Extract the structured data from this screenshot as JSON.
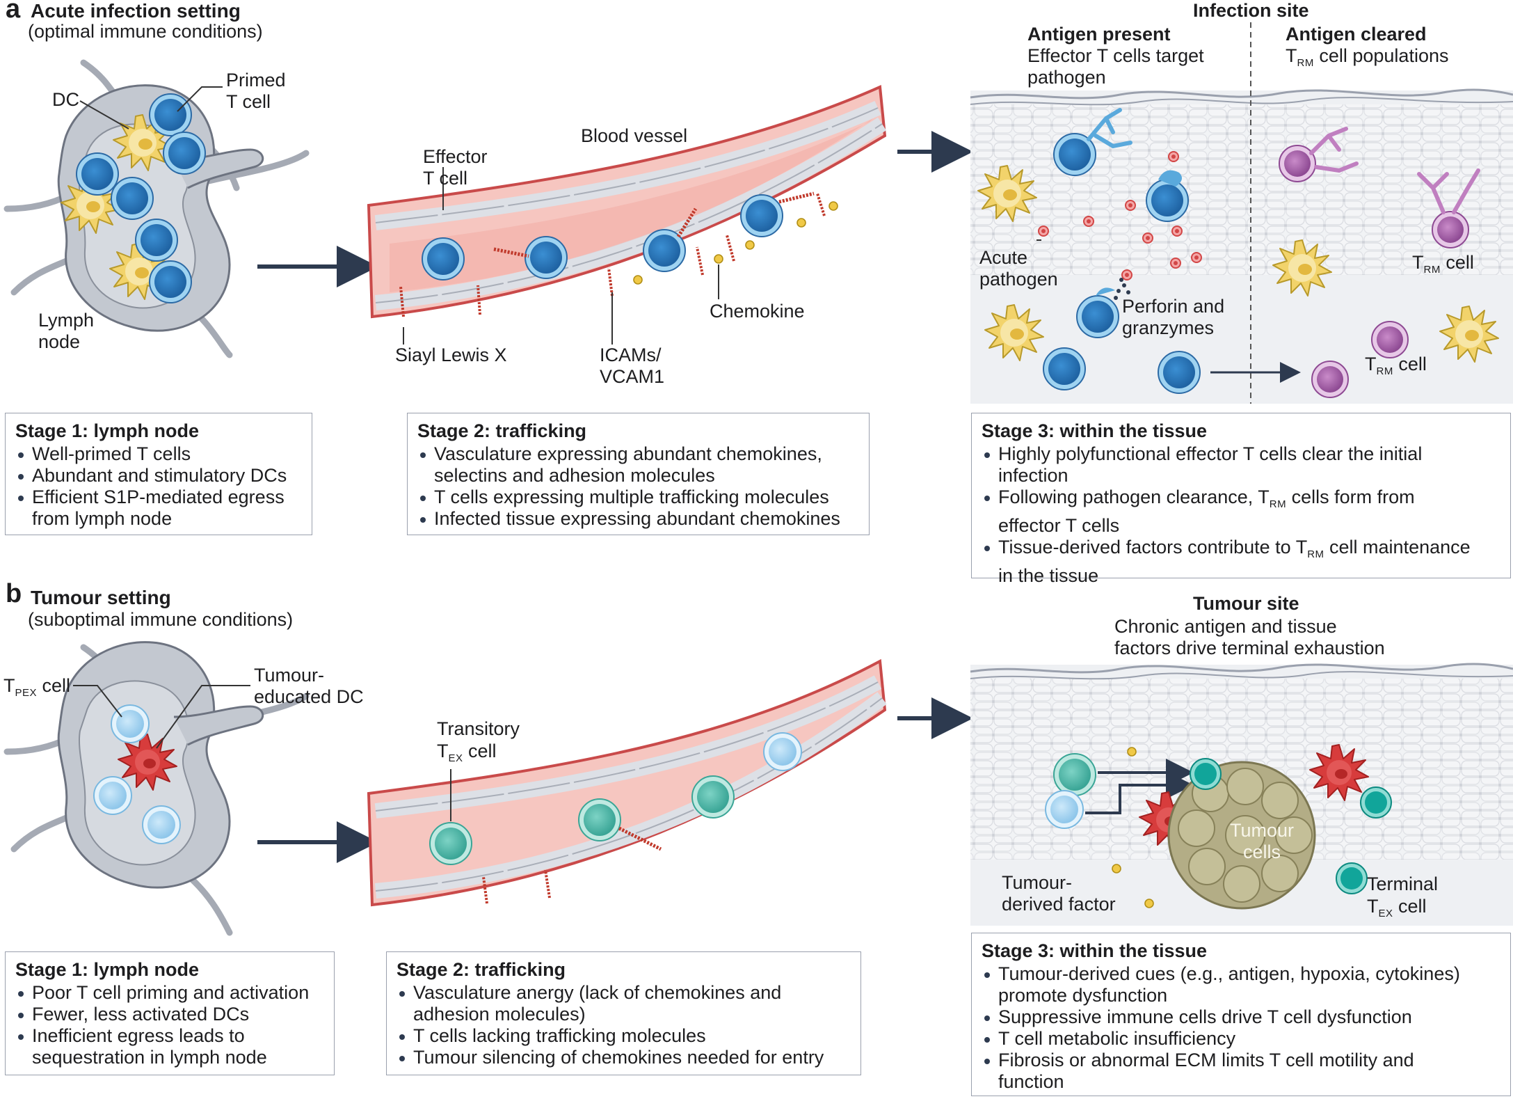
{
  "panel_a": {
    "letter": "a",
    "title": "Acute infection setting",
    "subtitle": "(optimal immune conditions)",
    "labels": {
      "dc": "DC",
      "primed_t_cell": "Primed\nT cell",
      "lymph_node": "Lymph\nnode",
      "blood_vessel": "Blood vessel",
      "effector_t_cell": "Effector\nT cell",
      "siayl_lewis_x": "Siayl Lewis X",
      "icams_vcam1": "ICAMs/\nVCAM1",
      "chemokine": "Chemokine",
      "infection_site": "Infection site",
      "antigen_present": "Antigen present",
      "antigen_present_desc": "Effector T cells target\npathogen",
      "antigen_cleared": "Antigen cleared",
      "trm_cell_populations": "cell populations",
      "acute_pathogen": "Acute\npathogen",
      "perforin_granzymes": "Perforin and\ngranzymes",
      "t": "T",
      "rm": "RM",
      "cell": "cell"
    },
    "stage1": {
      "title": "Stage 1: lymph node",
      "items": [
        "Well-primed T cells",
        "Abundant and stimulatory DCs",
        "Efficient S1P-mediated egress\nfrom lymph node"
      ]
    },
    "stage2": {
      "title": "Stage 2: trafficking",
      "items": [
        "Vasculature expressing abundant chemokines,\nselectins and adhesion molecules",
        "T cells expressing multiple trafficking molecules",
        "Infected tissue expressing abundant chemokines"
      ]
    },
    "stage3": {
      "title": "Stage 3: within the tissue",
      "item1": "Highly polyfunctional effector T cells clear the initial\ninfection",
      "item2_pre": "Following pathogen clearance, T",
      "item2_post": " cells form from\neffector T cells",
      "item3_pre": "Tissue-derived factors contribute to T",
      "item3_post": " cell maintenance\nin the tissue"
    }
  },
  "panel_b": {
    "letter": "b",
    "title": "Tumour setting",
    "subtitle": "(suboptimal immune conditions)",
    "labels": {
      "t": "T",
      "pex": "PEX",
      "ex": "EX",
      "cell": "cell",
      "tumour_educated_dc": "Tumour-\neducated DC",
      "transitory": "Transitory",
      "tumour_site": "Tumour site",
      "tumour_site_desc": "Chronic antigen and tissue\nfactors drive terminal exhaustion",
      "tumour_cells": "Tumour\ncells",
      "tumour_derived_factor": "Tumour-\nderived factor",
      "terminal": "Terminal"
    },
    "stage1": {
      "title": "Stage 1: lymph node",
      "items": [
        "Poor T cell priming and activation",
        "Fewer, less activated DCs",
        "Inefficient egress leads to\nsequestration in lymph node"
      ]
    },
    "stage2": {
      "title": "Stage 2: trafficking",
      "items": [
        "Vasculature anergy (lack of chemokines and\nadhesion molecules)",
        "T cells lacking trafficking molecules",
        "Tumour silencing of chemokines needed for entry"
      ]
    },
    "stage3": {
      "title": "Stage 3: within the tissue",
      "items": [
        "Tumour-derived cues (e.g., antigen, hypoxia, cytokines)\npromote dysfunction",
        "Suppressive immune cells drive T cell dysfunction",
        "T cell metabolic insufficiency",
        "Fibrosis or abnormal ECM limits T cell motility and\nfunction"
      ]
    }
  },
  "colors": {
    "effector_blue": "#2f7fc4",
    "light_blue": "#9fd3f1",
    "teal": "#3fb7a6",
    "dark_teal": "#11a59a",
    "purple": "#a35aa8",
    "dc_yellow": "#f2d36b",
    "dc_red": "#d73c3c",
    "vessel_pink": "#f6c6c0",
    "arrow_navy": "#2d3a4f"
  }
}
